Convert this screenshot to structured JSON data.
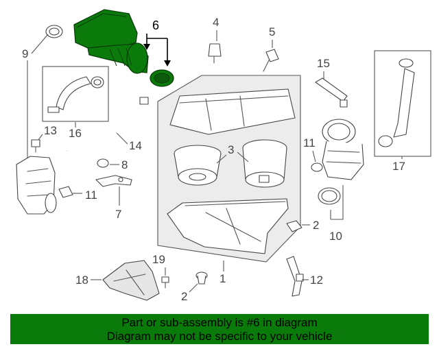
{
  "callouts": {
    "c1": "1",
    "c2a": "2",
    "c2b": "2",
    "c3": "3",
    "c4": "4",
    "c5": "5",
    "c6": "6",
    "c7": "7",
    "c8": "8",
    "c9": "9",
    "c10": "10",
    "c11a": "11",
    "c11b": "11",
    "c12": "12",
    "c13": "13",
    "c14": "14",
    "c15": "15",
    "c16": "16",
    "c17": "17",
    "c18": "18",
    "c19": "19"
  },
  "colors": {
    "highlight_part": "#0a7a0a",
    "banner_background": "#0a7a0a",
    "line": "#555555"
  },
  "banner": {
    "line1": "Part or sub-assembly is #6 in diagram",
    "line2": "Diagram may not be specific to your vehicle"
  }
}
